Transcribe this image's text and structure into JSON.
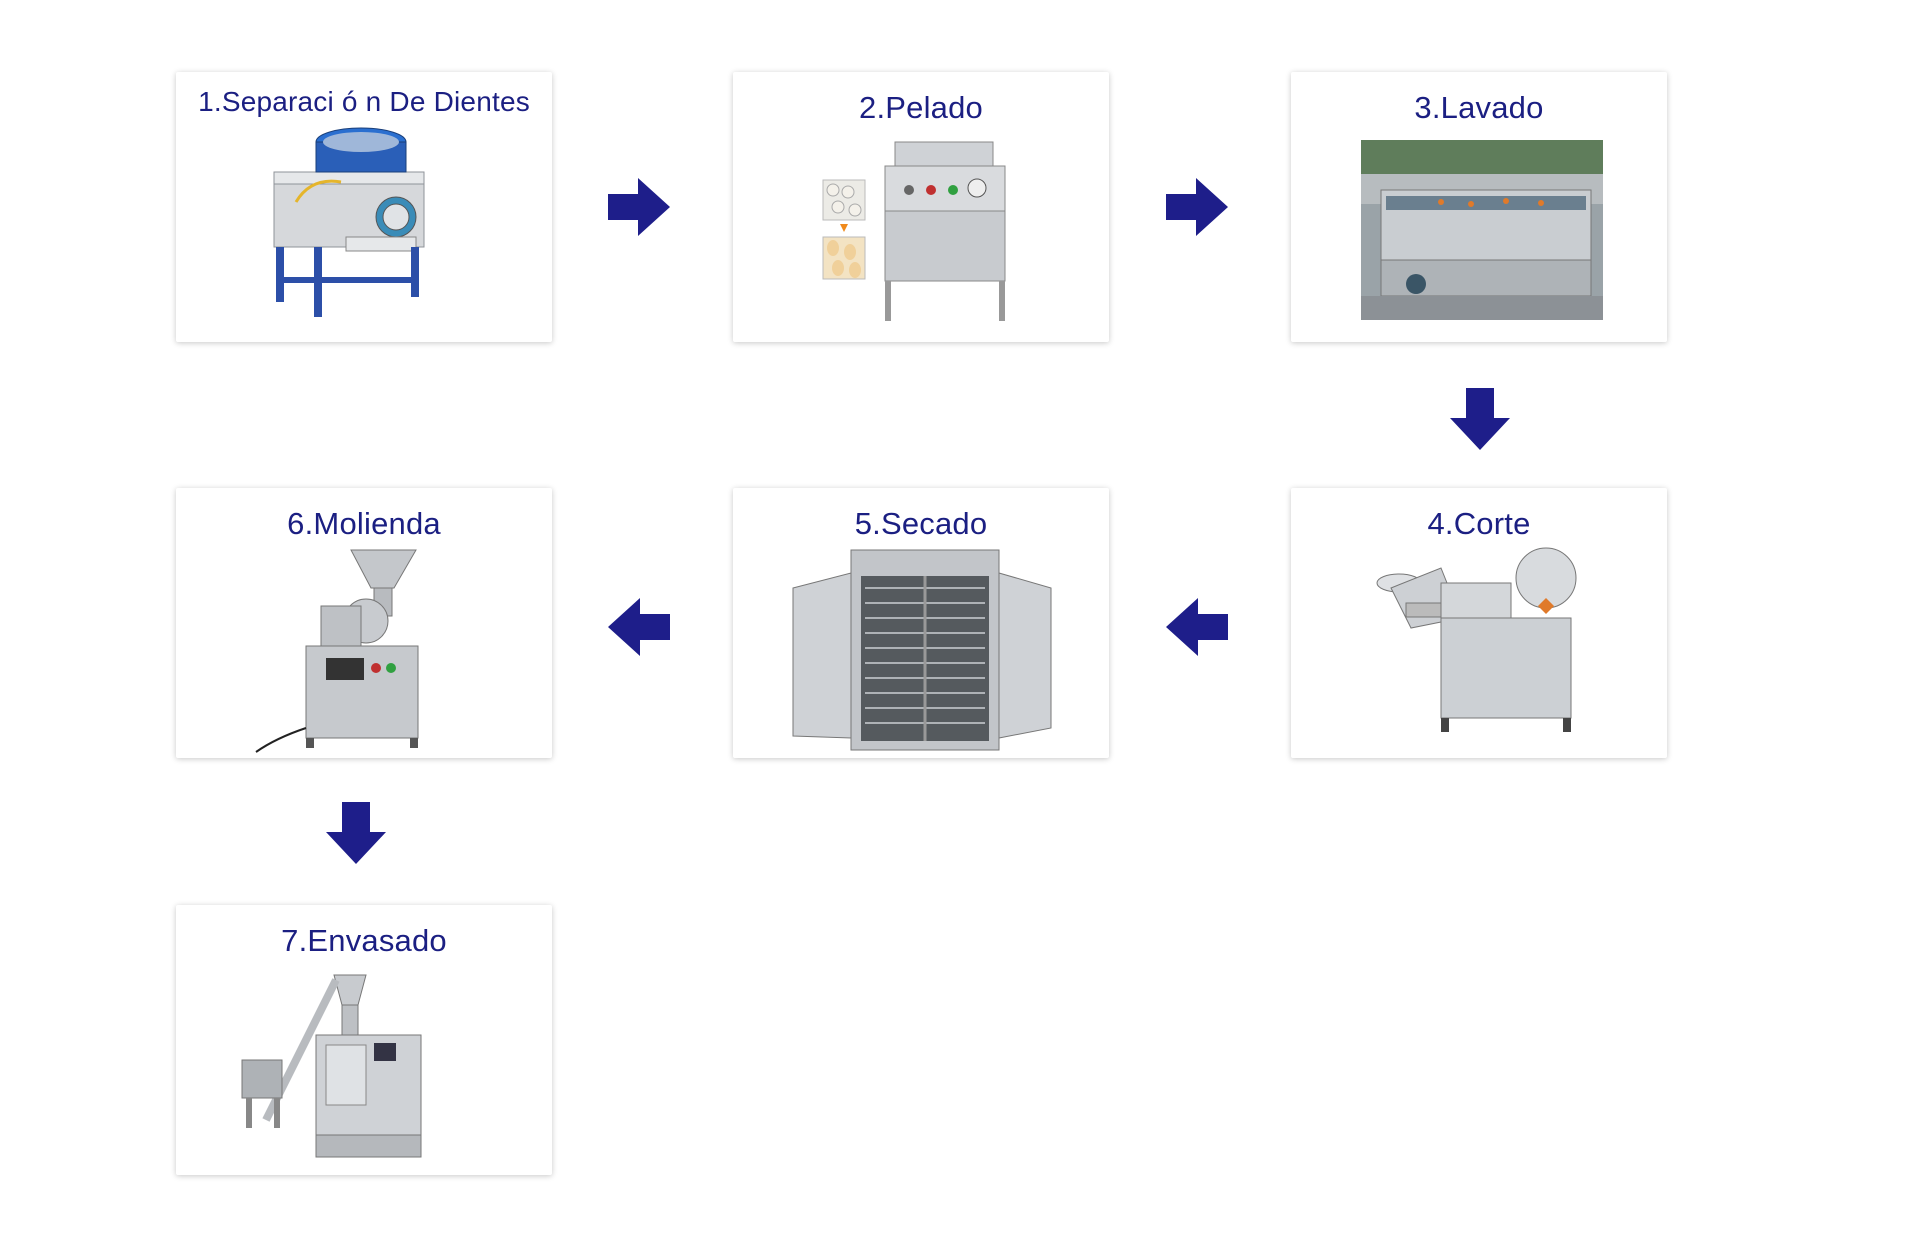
{
  "steps": [
    {
      "label": "1.Separaci ó n De Dientes",
      "image": "clove-separator-machine"
    },
    {
      "label": "2.Pelado",
      "image": "garlic-peeler-machine"
    },
    {
      "label": "3.Lavado",
      "image": "washing-machine-photo"
    },
    {
      "label": "4.Corte",
      "image": "vegetable-cutter-machine"
    },
    {
      "label": "5.Secado",
      "image": "drying-oven-cabinet"
    },
    {
      "label": "6.Molienda",
      "image": "grinder-machine"
    },
    {
      "label": "7.Envasado",
      "image": "powder-packing-machine"
    }
  ],
  "colors": {
    "title": "#1b1f82",
    "arrow": "#1e1e8a",
    "steel": "#c9ccd0",
    "card_shadow": "#d0d0d0"
  }
}
